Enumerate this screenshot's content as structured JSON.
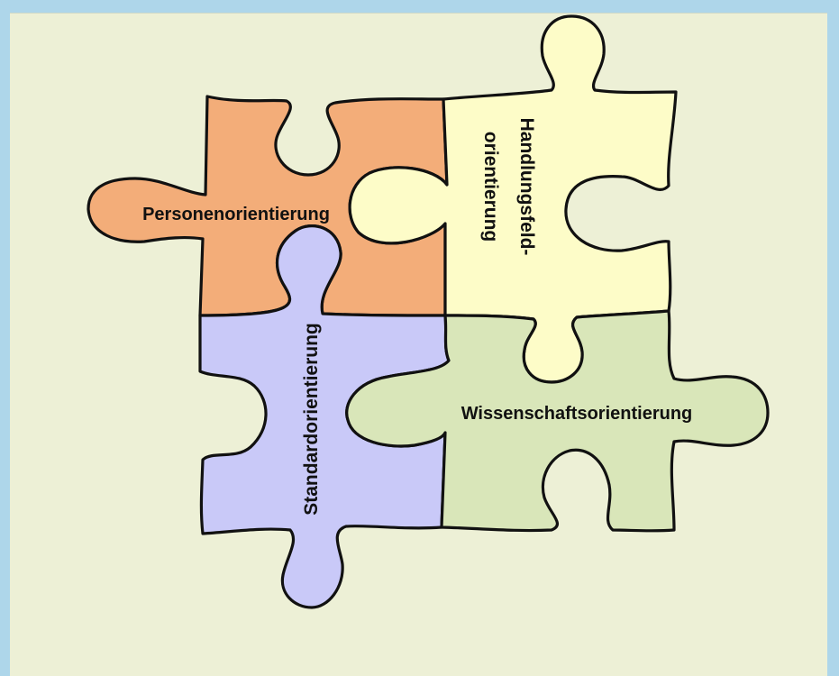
{
  "colors": {
    "page_bg": "#aed6ea",
    "panel_bg": "#edf0d6",
    "personen": "#f3ad79",
    "handlung": "#fdfcc8",
    "standard": "#c9c9f8",
    "wissenschaft": "#d9e6b9",
    "outline": "#111111"
  },
  "pieces": {
    "personen": {
      "label": "Personenorientierung"
    },
    "handlung": {
      "label_line1": "Handlungsfeld-",
      "label_line2": "orientierung"
    },
    "standard": {
      "label": "Standardorientierung"
    },
    "wissenschaft": {
      "label": "Wissenschaftsorientierung"
    }
  }
}
